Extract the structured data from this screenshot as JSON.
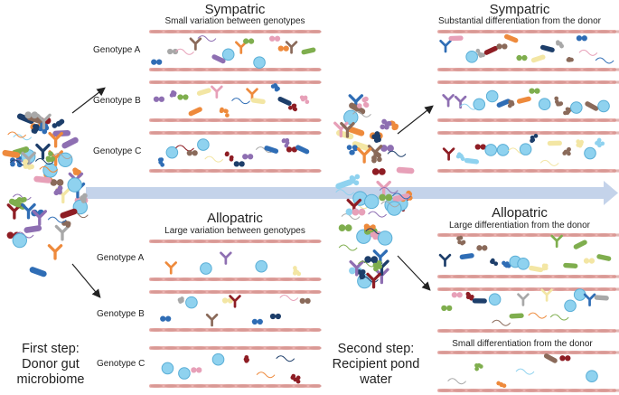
{
  "top_left": {
    "title": "Sympatric",
    "subtitle": "Small variation between genotypes",
    "rows": [
      "Genotype A",
      "Genotype B",
      "Genotype C"
    ]
  },
  "bottom_left": {
    "title": "Allopatric",
    "subtitle": "Large variation between genotypes",
    "rows": [
      "Genotype A",
      "Genotype B",
      "Genotype C"
    ]
  },
  "top_right": {
    "title": "Sympatric",
    "subtitle": "Substantial differentiation from the donor"
  },
  "bottom_right": {
    "title": "Allopatric",
    "subtitle": "Large differentiation from the donor",
    "subtitle2": "Small differentiation from the donor"
  },
  "steps": {
    "first": [
      "First step:",
      "Donor gut",
      "microbiome"
    ],
    "second": [
      "Second step:",
      "Recipient pond",
      "water"
    ]
  },
  "colors": {
    "arrow": "#c4d3ea",
    "tissue": "#e8b0ad",
    "tissue_dark": "#cf8a86",
    "dark_red": "#8e1d24",
    "navy": "#1d3e6a",
    "blue": "#2f6db5",
    "cyan": "#8fd2ef",
    "green": "#7fae4e",
    "purple": "#8e6fb2",
    "pink": "#e7a0b8",
    "brown": "#8a6a5a",
    "gray": "#a8a8a8",
    "orange": "#ee8a3c",
    "yellow": "#f3e6a4"
  }
}
